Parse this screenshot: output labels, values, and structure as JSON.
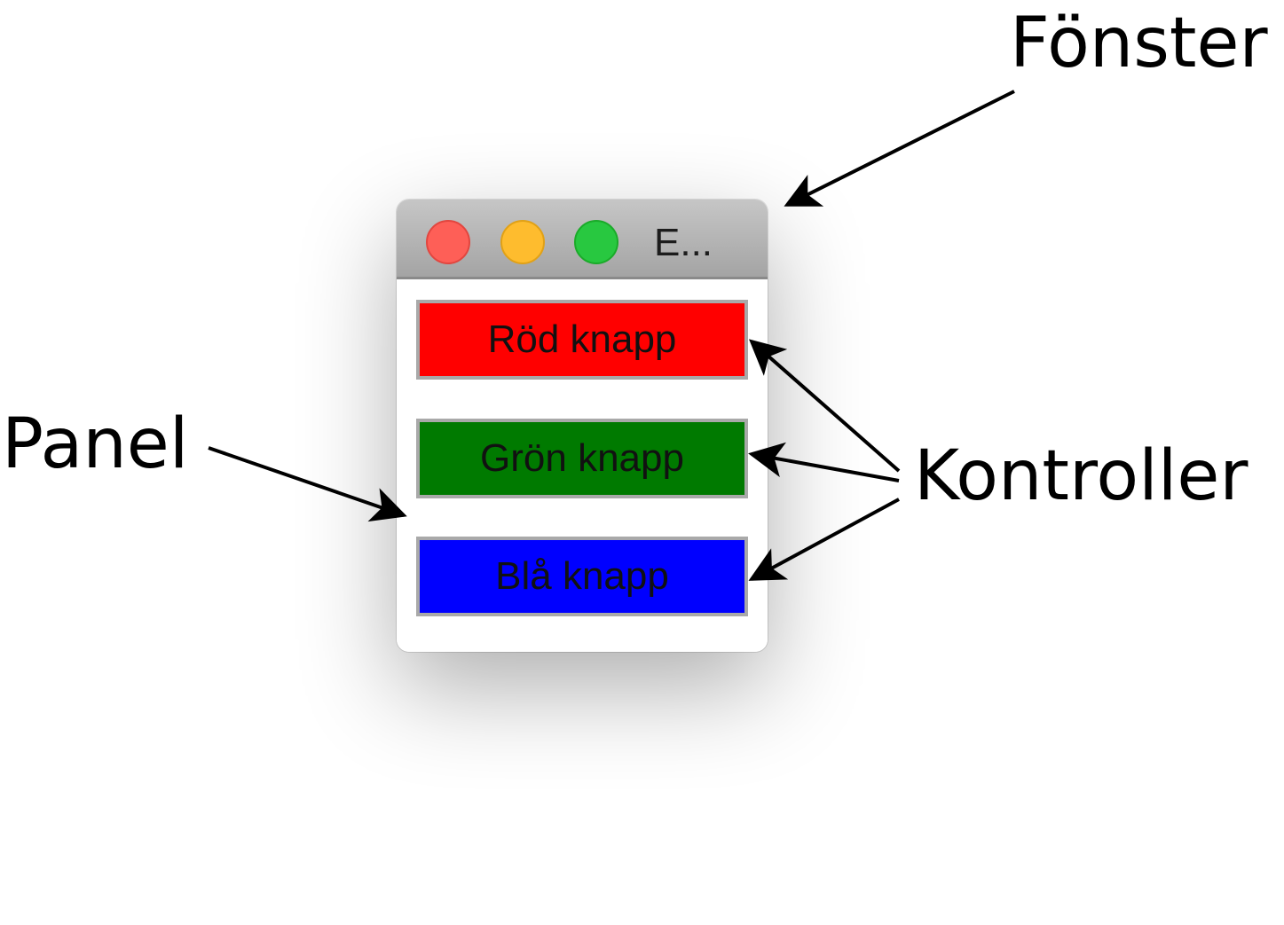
{
  "labels": {
    "window": "Fönster",
    "panel": "Panel",
    "controls": "Kontroller"
  },
  "window": {
    "title": "E..."
  },
  "buttons": [
    {
      "label": "Röd knapp",
      "color": "#ff0000"
    },
    {
      "label": "Grön knapp",
      "color": "#007a00"
    },
    {
      "label": "Blå knapp",
      "color": "#0000ff"
    }
  ],
  "colors": {
    "close": "#fe5f57",
    "minimize": "#febc2e",
    "maximize": "#28c840"
  }
}
